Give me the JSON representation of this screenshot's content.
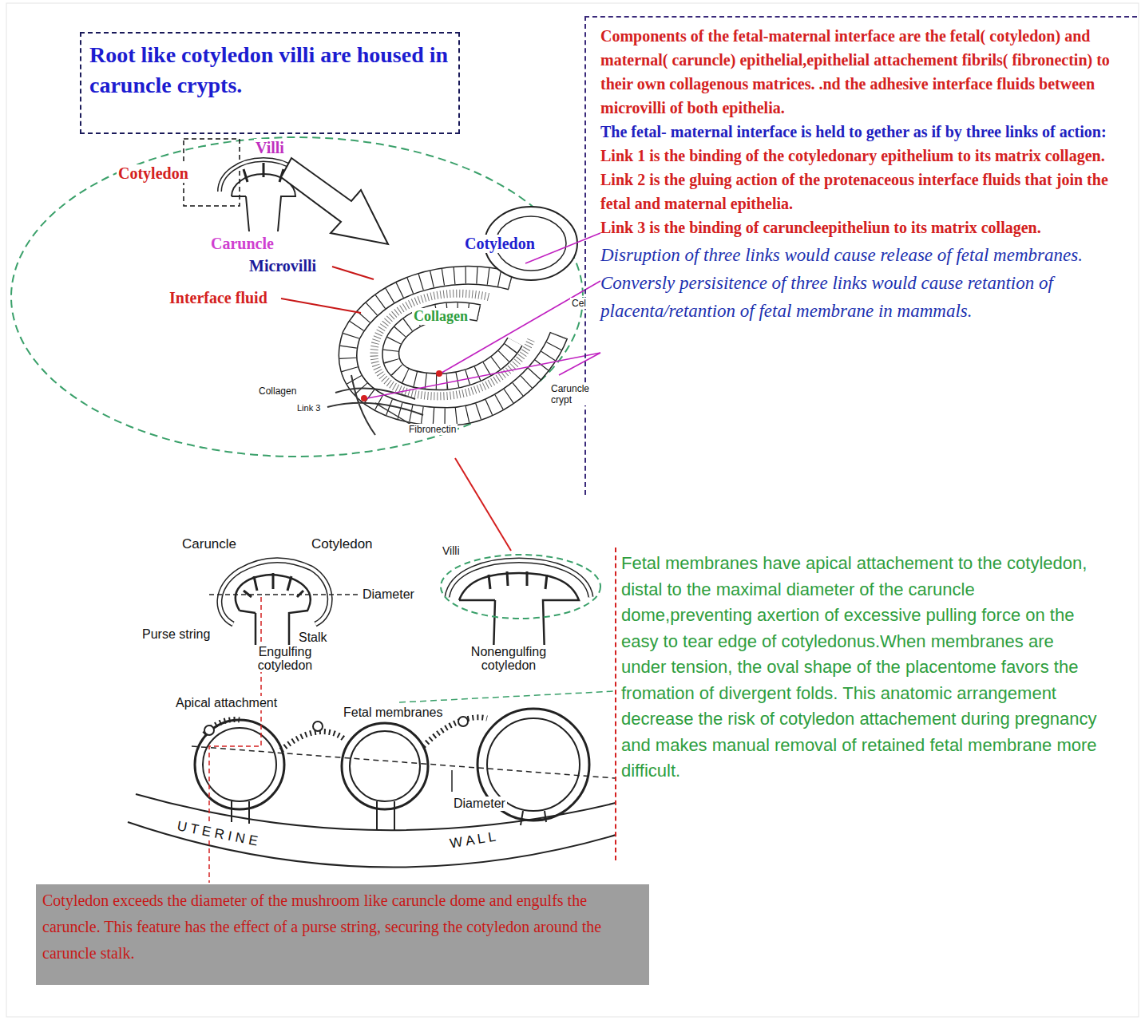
{
  "diagram": {
    "nodes": [
      {
        "text": [
          "Root like cotyledon villi are housed in caruncle crypts."
        ]
      },
      {
        "text": [
          "Components of the fetal-maternal interface are the fetal( cotyledon) and maternal( caruncle) epithelial,epithelial attachement fibrils( fibronectin) to their own collagenous matrices. .nd the adhesive interface fluids between microvilli of both epithelia.",
          "The fetal- maternal interface is held to gether as if by three links of action:",
          "Link 1 is the binding of the cotyledonary epithelium to its matrix collagen.",
          "Link 2 is the gluing action of the protenaceous interface fluids that join the fetal and maternal epithelia.",
          "Link 3 is the binding of caruncleepitheliun to its matrix collagen.",
          "Disruption of three links would cause release of fetal membranes. Conversly persisitence of three links would cause retantion of placenta/retantion of fetal membrane in mammals."
        ]
      },
      {
        "text": [
          "Fetal membranes have apical attachement to the cotyledon, distal to the maximal diameter of the caruncle dome,preventing axertion of excessive pulling force on the easy to tear edge of cotyledonus.When membranes are under tension, the oval shape of the placentome favors the fromation of divergent folds. This anatomic arrangement decrease the risk of cotyledon attachement during pregnancy and makes manual removal of retained fetal membrane more difficult."
        ]
      },
      {
        "text": [
          "Cotyledon exceeds the diameter of the mushroom like caruncle dome and engulfs the caruncle. This feature has the effect of a purse string, securing the cotyledon around the caruncle stalk."
        ]
      }
    ],
    "labels": [
      "Villi",
      "Cotyledon",
      "Caruncle",
      "Microvilli",
      "Interface fluid",
      "Cotyledon",
      "Collagen",
      "Cel",
      "Collagen",
      "Link 3",
      "Fibronectin",
      "Caruncle crypt",
      "Caruncle",
      "Cotyledon",
      "Villi",
      "Diameter",
      "Purse string",
      "Stalk",
      "Engulfing cotyledon",
      "Nonengulfing cotyledon",
      "Apical attachment",
      "Fetal membranes",
      "Diameter",
      "U T E R I N E",
      "W A L L"
    ]
  }
}
